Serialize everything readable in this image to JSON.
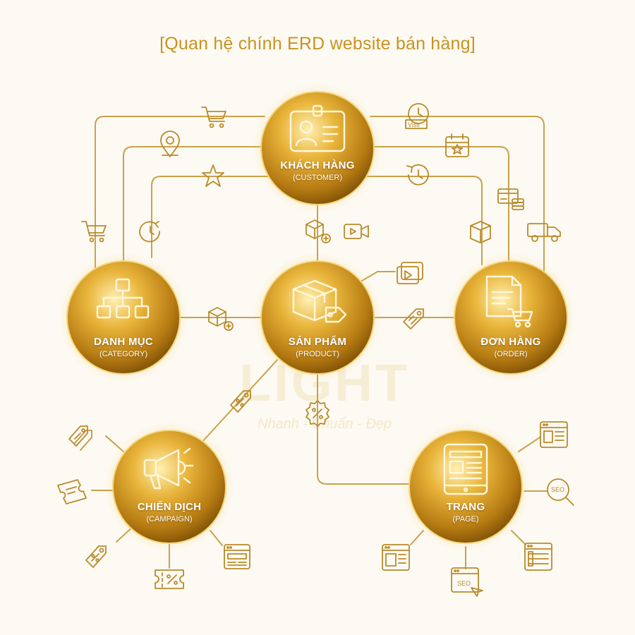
{
  "title": "[Quan hệ chính ERD website bán hàng]",
  "watermark": {
    "brand": "LIGHT",
    "tagline": "Nhanh - Chuẩn - Đẹp"
  },
  "colors": {
    "background": "#fdfaf3",
    "line": "#c9a14a",
    "gold": "#d8a22c",
    "title": "#c9921f"
  },
  "nodes": {
    "customer": {
      "label": "KHÁCH HÀNG",
      "sub": "(CUSTOMER)",
      "icon": "id-card-icon"
    },
    "category": {
      "label": "DANH MỤC",
      "sub": "(CATEGORY)",
      "icon": "hierarchy-icon"
    },
    "product": {
      "label": "SẢN PHẨM",
      "sub": "(PRODUCT)",
      "icon": "product-box-icon"
    },
    "order": {
      "label": "ĐƠN HÀNG",
      "sub": "(ORDER)",
      "icon": "order-document-icon"
    },
    "campaign": {
      "label": "CHIẾN DỊCH",
      "sub": "(CAMPAIGN)",
      "icon": "megaphone-icon"
    },
    "page": {
      "label": "TRANG",
      "sub": "(PAGE)",
      "icon": "tablet-page-icon"
    }
  },
  "icon_texts": {
    "visit": "Visit",
    "seo_magnifier": "SEO",
    "seo_page": "SEO"
  }
}
